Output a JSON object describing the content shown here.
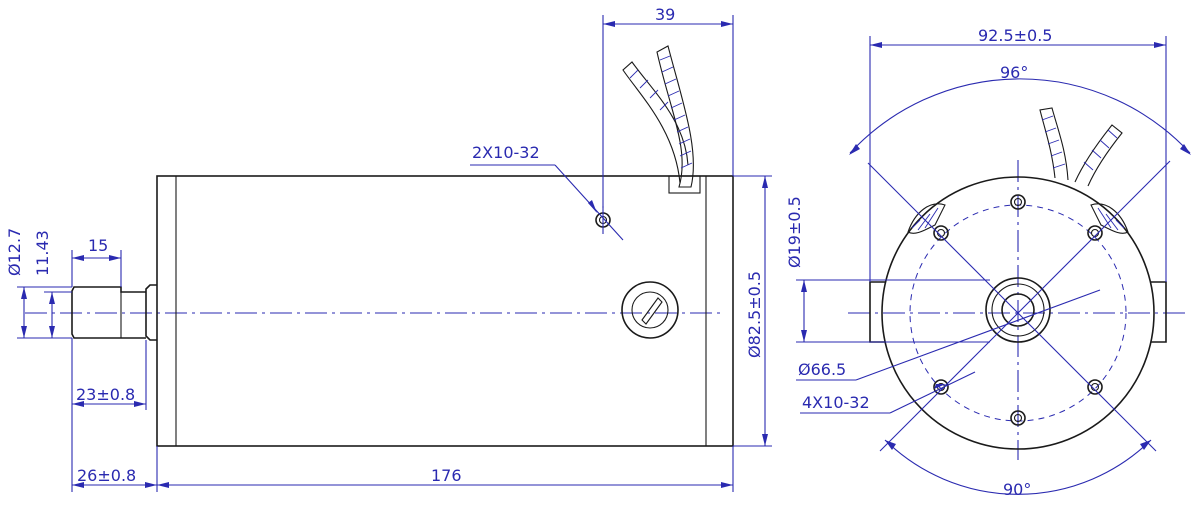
{
  "drawing": {
    "side_view": {
      "dim_shaft_diameter": "Ø12.7",
      "dim_flat": "11.43",
      "dim_flat_length": "15",
      "dim_shaft_length": "23±0.8",
      "dim_shaft_total": "26±0.8",
      "dim_body_length": "176",
      "dim_body_diameter": "Ø82.5±0.5",
      "dim_lead_offset": "39",
      "dim_side_holes": "2X10-32"
    },
    "end_view": {
      "dim_width": "92.5±0.5",
      "dim_angle_top": "96°",
      "dim_angle_bottom": "90°",
      "dim_boss_diameter": "Ø19±0.5",
      "dim_bolt_circle": "Ø66.5",
      "dim_holes": "4X10-32"
    }
  },
  "colors": {
    "dimension": "#2a2ab0",
    "outline": "#1a1a1a"
  }
}
